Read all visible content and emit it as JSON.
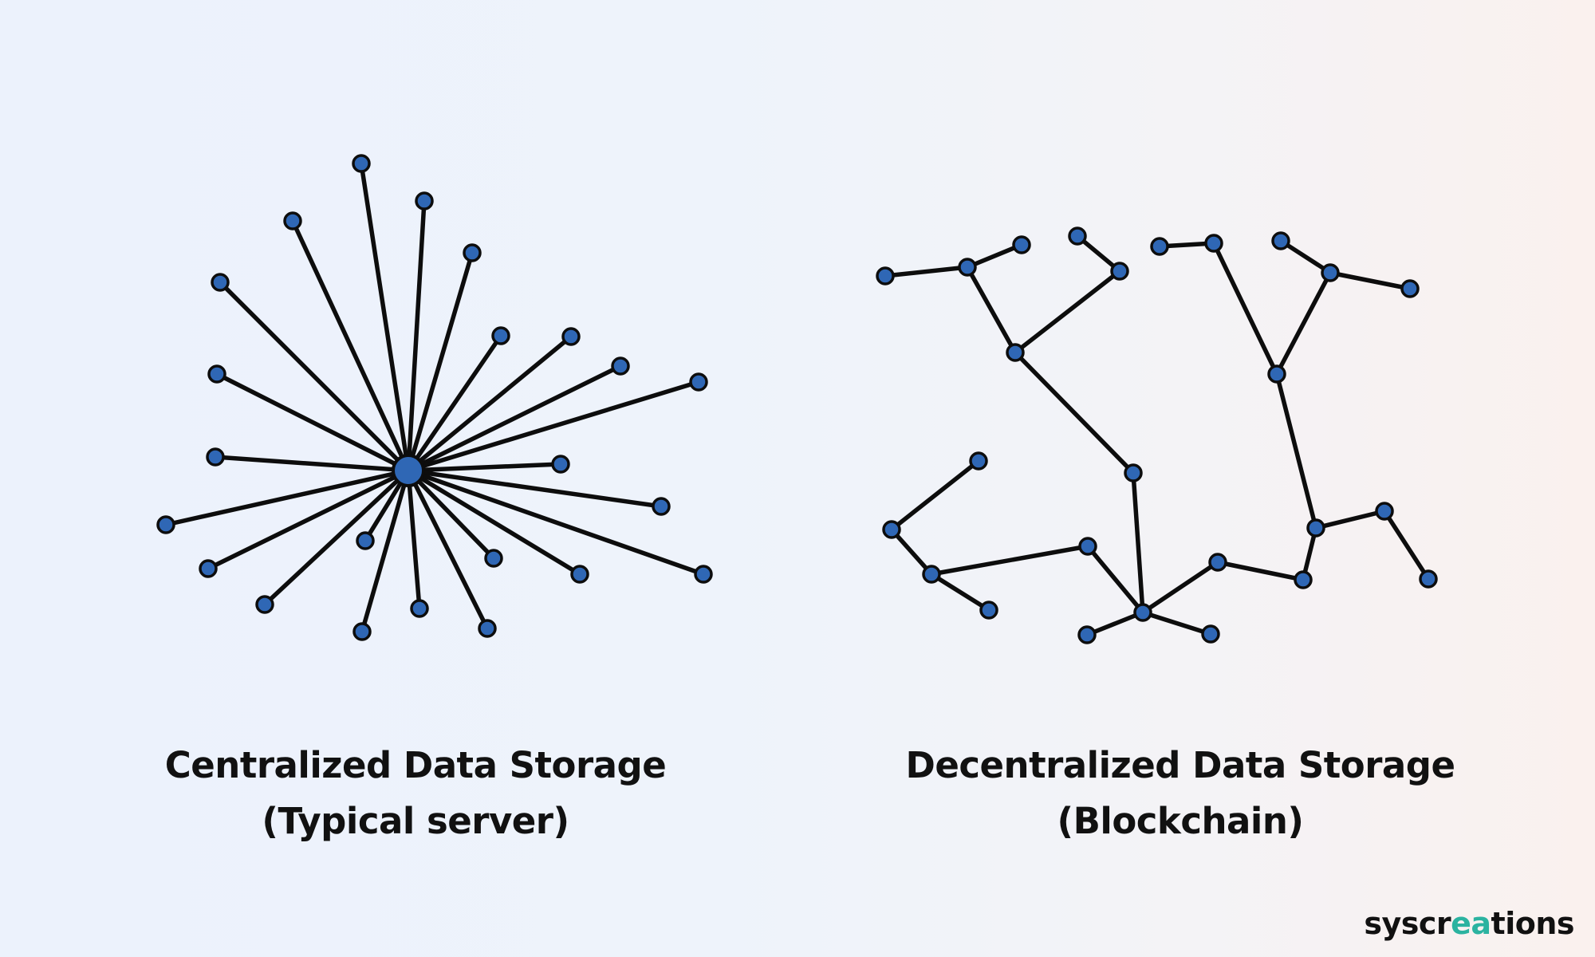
{
  "centralized": {
    "caption_line1": "Centralized Data Storage",
    "caption_line2": "(Typical server)"
  },
  "decentralized": {
    "caption_line1": "Decentralized Data Storage",
    "caption_line2": "(Blockchain)"
  },
  "logo": {
    "text": "syscreations",
    "accent_color": "#2bb3a0"
  },
  "colors": {
    "node_fill": "#2f67b5",
    "line": "#0d0d0d"
  }
}
